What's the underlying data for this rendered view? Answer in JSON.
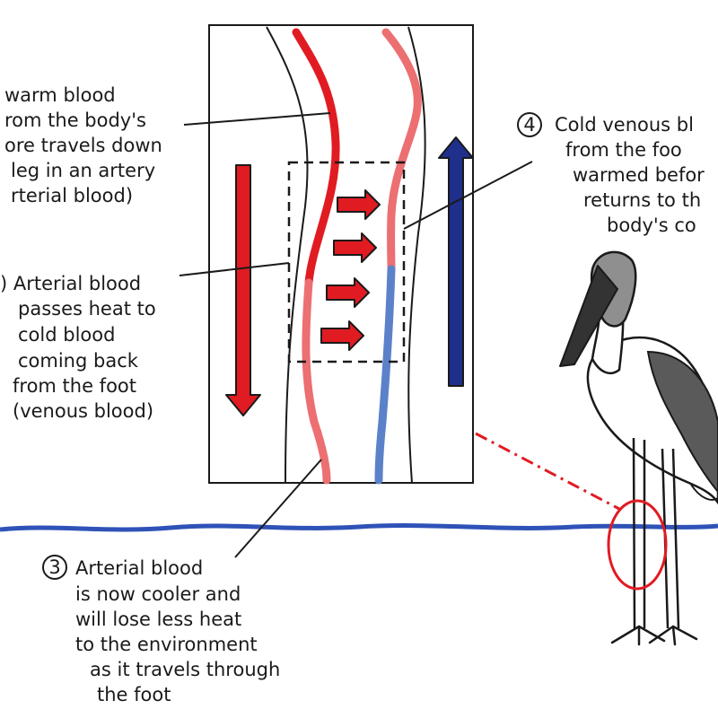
{
  "colors": {
    "artery": "#e11b22",
    "artery_cool": "#ec6f72",
    "vein": "#1f2f8c",
    "vein_warm": "#5b82c9",
    "water": "#2f52b8",
    "ink": "#1a1a1a"
  },
  "annotations": {
    "one": {
      "lines": [
        "warm blood",
        "rom the body's",
        "ore travels down",
        "leg in an artery",
        "rterial blood)"
      ]
    },
    "two": {
      "lines": [
        ") Arterial blood",
        "passes heat to",
        "cold blood",
        "coming back",
        "from the foot",
        "(venous blood)"
      ]
    },
    "three": {
      "number": "3",
      "lines": [
        "Arterial blood",
        "is now cooler and",
        "will lose less heat",
        "to the environment",
        "as it travels through",
        "the foot"
      ]
    },
    "four": {
      "number": "4",
      "lines": [
        "Cold venous bl",
        "from the foo",
        "warmed befor",
        "returns to th",
        "body's co"
      ]
    }
  },
  "icons": {
    "heat_transfer": "right-arrow-icon",
    "down_flow": "down-arrow-icon",
    "up_flow": "up-arrow-icon"
  }
}
